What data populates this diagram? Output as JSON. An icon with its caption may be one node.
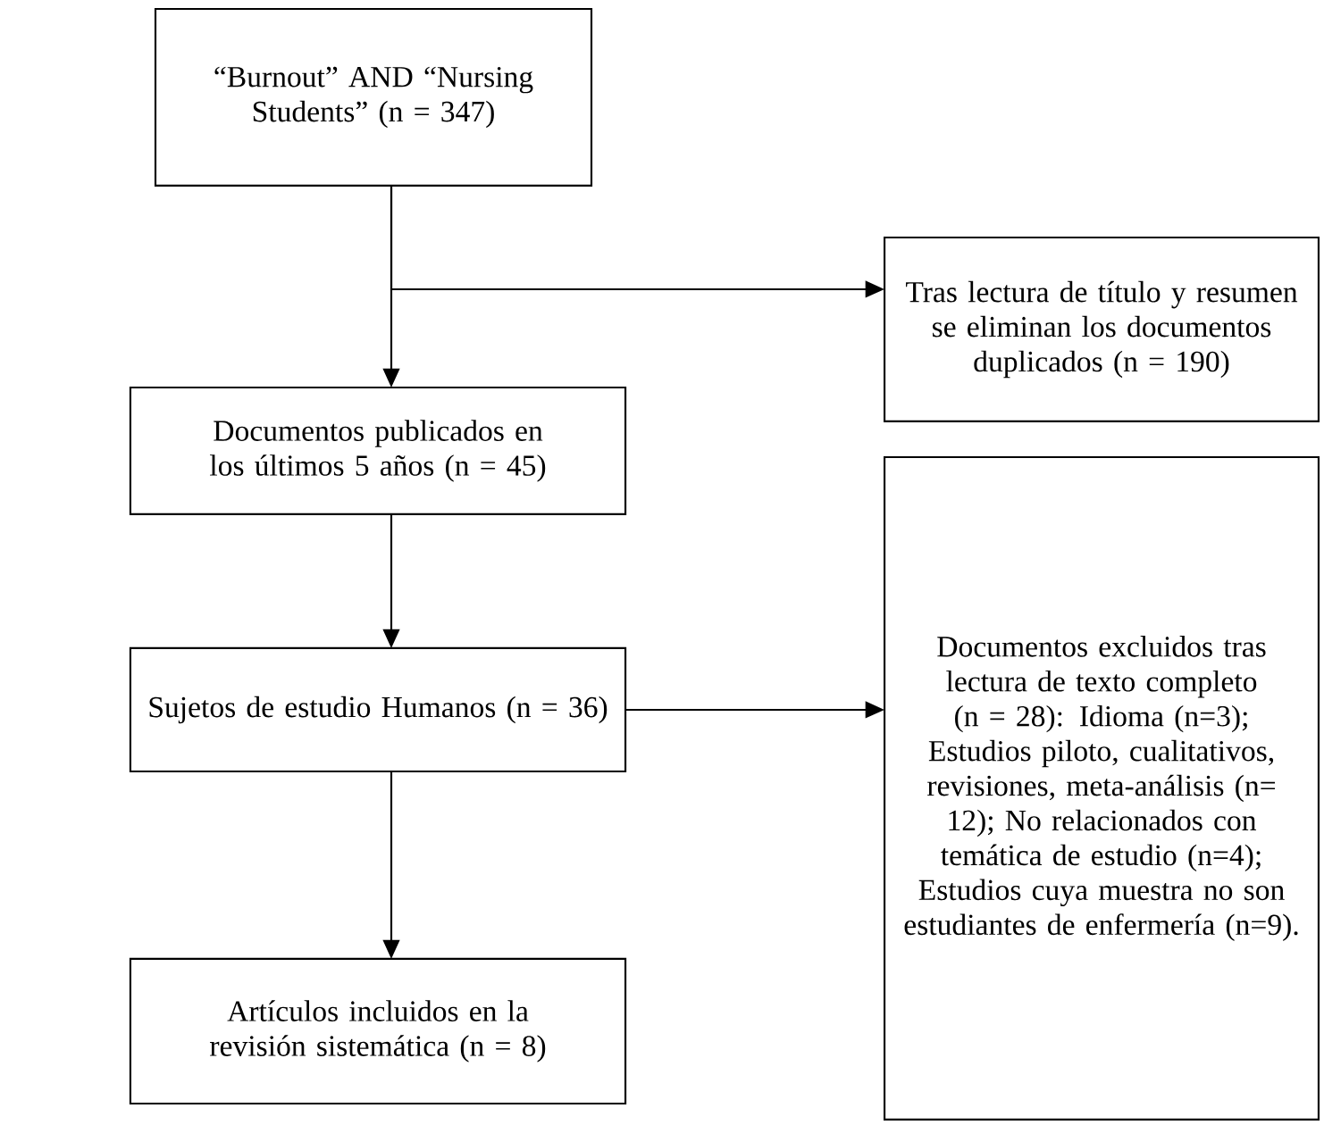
{
  "diagram": {
    "nodes": [
      {
        "text": [
          "“Burnout” AND “Nursing Students” (n = 347)"
        ]
      },
      {
        "text": [
          "Tras lectura de título y resumen se eliminan los documentos duplicados (n = 190)"
        ]
      },
      {
        "text": [
          "Documentos publicados en los últimos 5 años (n = 45)"
        ]
      },
      {
        "text": [
          "Sujetos de estudio Humanos (n = 36)"
        ]
      },
      {
        "text": [
          "Documentos excluidos tras lectura de texto completo (n = 28): Idioma (n=3); Estudios piloto, cualitativos, revisiones, meta-análisis (n= 12); No relacionados con temática de estudio (n=4); Estudios cuya muestra no son estudiantes de enfermería (n=9)."
        ]
      },
      {
        "text": [
          "Artículos incluidos en la revisión sistemática (n = 8)"
        ]
      }
    ],
    "edges": [
      {
        "from": 0,
        "to": 2,
        "arrow": "to"
      },
      {
        "from": 0,
        "to": 1,
        "arrow": "to"
      },
      {
        "from": 2,
        "to": 3,
        "arrow": "to"
      },
      {
        "from": 3,
        "to": 4,
        "arrow": "to"
      },
      {
        "from": 3,
        "to": 5,
        "arrow": "to"
      }
    ]
  }
}
